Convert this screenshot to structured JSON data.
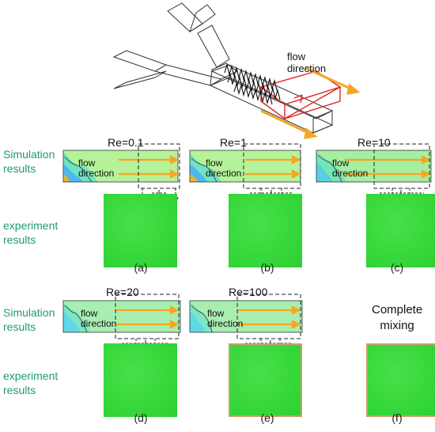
{
  "row_labels": {
    "simulation_1": "Simulation\nresults",
    "experiment_1": "experiment\nresults",
    "simulation_2": "Simulation\nresults",
    "experiment_2": "experiment\nresults"
  },
  "flow_label": "flow\ndirection",
  "top_flow_label": "flow\ndirection",
  "panels": [
    {
      "re": "Re=0.1",
      "letter": "(a)"
    },
    {
      "re": "Re=1",
      "letter": "(b)"
    },
    {
      "re": "Re=10",
      "letter": "(c)"
    },
    {
      "re": "Re=20",
      "letter": "(d)"
    },
    {
      "re": "Re=100",
      "letter": "(e)"
    },
    {
      "re": "",
      "letter": "(f)"
    }
  ],
  "complete_mixing": "Complete\nmixing",
  "colors": {
    "label_green": "#1f9a74",
    "arrow_orange": "#f5a623",
    "sim_green": "#a8f08a",
    "sim_cyan": "#5fe0b8",
    "experiment_green": "#39d93d"
  }
}
